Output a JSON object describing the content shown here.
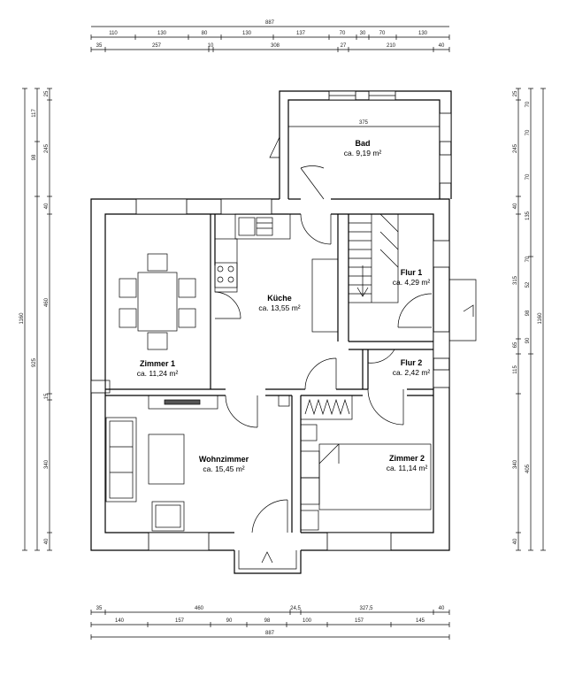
{
  "rooms": {
    "bad": {
      "name": "Bad",
      "area": "ca. 9,19 m²"
    },
    "kueche": {
      "name": "Küche",
      "area": "ca. 13,55 m²"
    },
    "flur1": {
      "name": "Flur 1",
      "area": "ca. 4,29 m²"
    },
    "flur2": {
      "name": "Flur 2",
      "area": "ca. 2,42 m²"
    },
    "zimmer1": {
      "name": "Zimmer 1",
      "area": "ca. 11,24 m²"
    },
    "wohn": {
      "name": "Wohnzimmer",
      "area": "ca. 15,45 m²"
    },
    "zimmer2": {
      "name": "Zimmer 2",
      "area": "ca. 11,14 m²"
    }
  },
  "dims": {
    "top_total": "887",
    "top_row1": [
      "110",
      "130",
      "80",
      "130",
      "137",
      "70",
      "30",
      "70",
      "130"
    ],
    "top_row2": [
      "35",
      "257",
      "10",
      "308",
      "27",
      "210",
      "40"
    ],
    "bad_inner": "375",
    "bottom_row1": [
      "35",
      "460",
      "24,5",
      "327,5",
      "40"
    ],
    "bottom_row2": [
      "140",
      "157",
      "90",
      "98",
      "100",
      "157",
      "145"
    ],
    "bottom_total": "887",
    "left_row1": [
      "117",
      "98",
      "1160"
    ],
    "left_row2": [
      "25",
      "245",
      "40",
      "460",
      "925",
      "15",
      "340",
      "40"
    ],
    "right_row1": [
      "25",
      "70",
      "245",
      "70",
      "40",
      "135",
      "70",
      "315",
      "52",
      "98",
      "65",
      "115",
      "340",
      "1160"
    ],
    "right_row2": [
      "70",
      "90",
      "405",
      "40"
    ]
  }
}
